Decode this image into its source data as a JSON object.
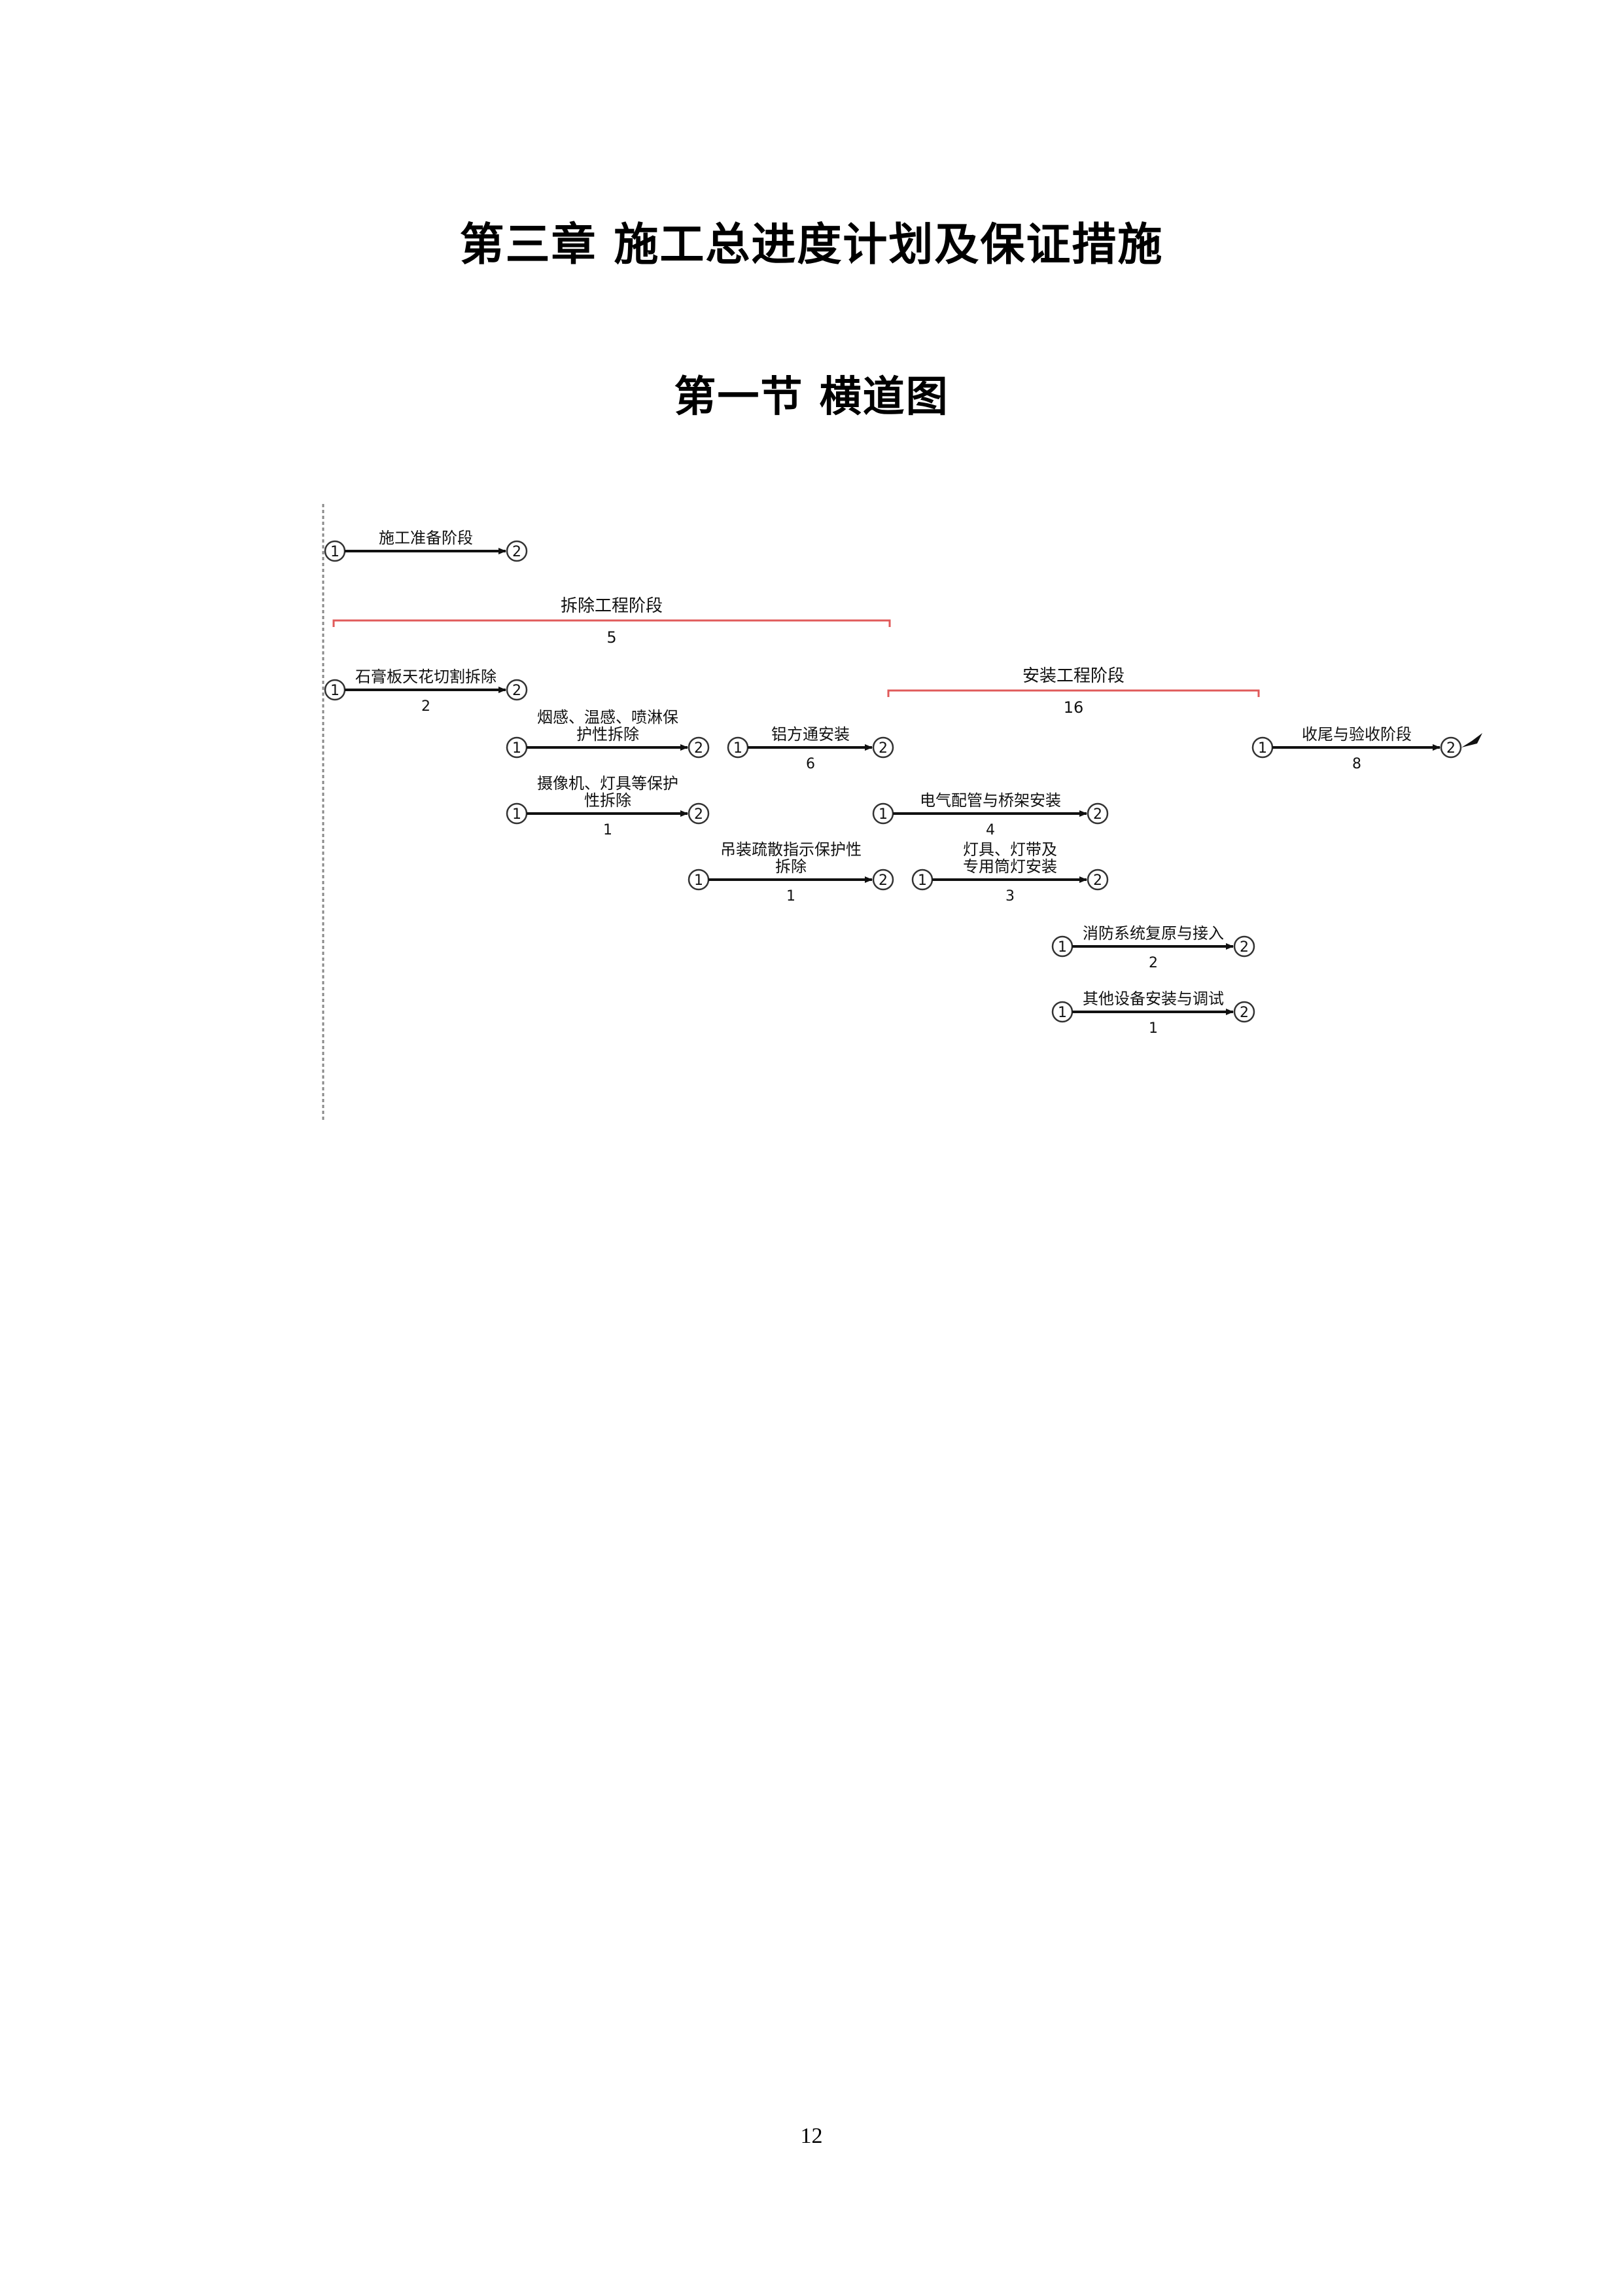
{
  "document": {
    "chapter_title": "第三章 施工总进度计划及保证措施",
    "section_title": "第一节 横道图",
    "page_number": "12"
  },
  "diagram": {
    "node_start": "1",
    "node_end": "2",
    "colors": {
      "phase_bracket": "#e05a5a",
      "arrow": "#111111",
      "node": "#333333"
    },
    "phases": [
      {
        "name": "拆除工程阶段",
        "duration": "5"
      },
      {
        "name": "安装工程阶段",
        "duration": "16"
      }
    ],
    "tasks": [
      {
        "label": [
          "施工准备阶段"
        ],
        "duration": ""
      },
      {
        "label": [
          "石膏板天花切割拆除"
        ],
        "duration": "2"
      },
      {
        "label": [
          "烟感、温感、喷淋保",
          "护性拆除"
        ],
        "duration": ""
      },
      {
        "label": [
          "摄像机、灯具等保护",
          "性拆除"
        ],
        "duration": "1"
      },
      {
        "label": [
          "铝方通安装"
        ],
        "duration": "6"
      },
      {
        "label": [
          "吊装疏散指示保护性",
          "拆除"
        ],
        "duration": "1"
      },
      {
        "label": [
          "电气配管与桥架安装"
        ],
        "duration": "4"
      },
      {
        "label": [
          "灯具、灯带及",
          "专用筒灯安装"
        ],
        "duration": "3"
      },
      {
        "label": [
          "消防系统复原与接入"
        ],
        "duration": "2"
      },
      {
        "label": [
          "其他设备安装与调试"
        ],
        "duration": "1"
      },
      {
        "label": [
          "收尾与验收阶段"
        ],
        "duration": "8"
      }
    ]
  }
}
